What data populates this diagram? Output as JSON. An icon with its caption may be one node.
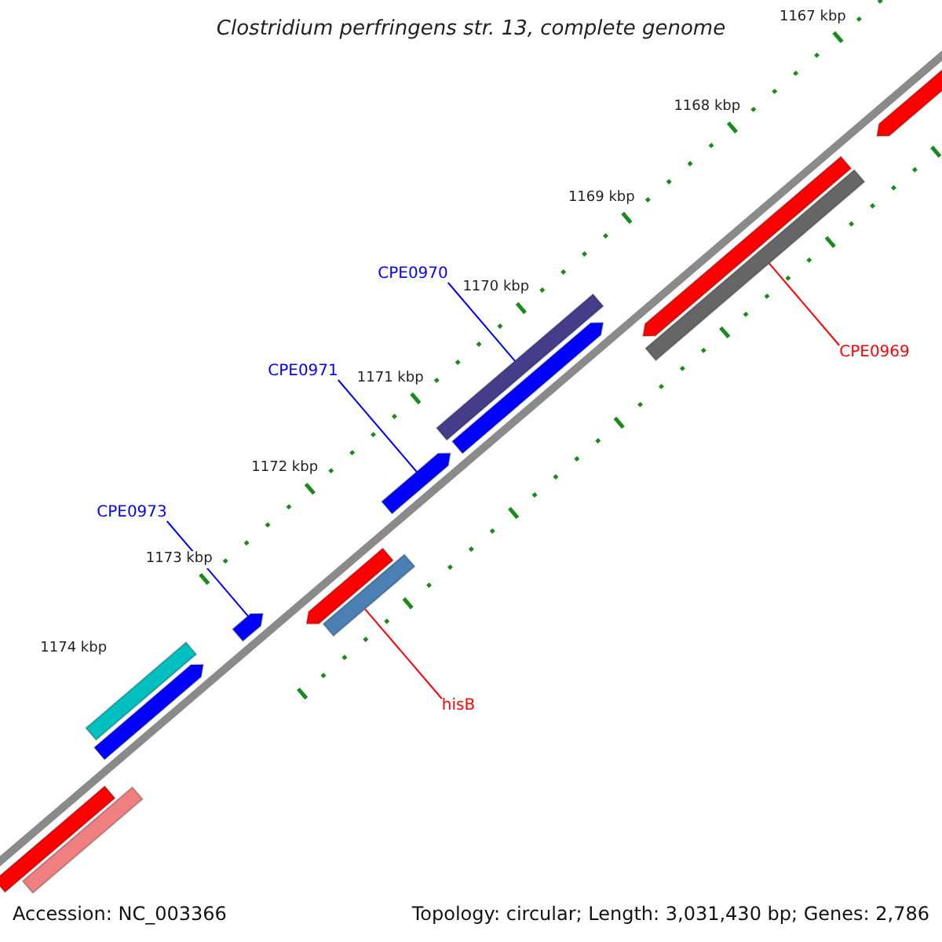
{
  "diagram": {
    "title": "Clostridium perfringens str. 13, complete genome",
    "nodes": [
      {
        "text": [
          "CPE0970"
        ]
      },
      {
        "text": [
          "CPE0969"
        ]
      },
      {
        "text": [
          "CPE0971"
        ]
      },
      {
        "text": [
          "CPE0973"
        ]
      },
      {
        "text": [
          "hisB"
        ]
      },
      {
        "text": [],
        "shape": "bar"
      },
      {
        "text": [],
        "shape": "bar"
      },
      {
        "text": [],
        "shape": "arrow"
      },
      {
        "text": [],
        "shape": "arrow"
      },
      {
        "text": [],
        "shape": "bar"
      },
      {
        "text": [],
        "shape": "arrow"
      },
      {
        "text": [],
        "shape": "arrow"
      },
      {
        "text": [],
        "shape": "arrow"
      },
      {
        "text": [],
        "shape": "bar"
      },
      {
        "text": [],
        "shape": "arrow"
      },
      {
        "text": [],
        "shape": "arrow"
      },
      {
        "text": [],
        "shape": "bar"
      },
      {
        "text": [],
        "shape": "bar"
      }
    ],
    "edges": [
      {
        "from": 0,
        "to": 5,
        "arrow": "none",
        "color": "#0000ff"
      },
      {
        "from": 1,
        "to": 6,
        "arrow": "none",
        "color": "#ff0000"
      },
      {
        "from": 2,
        "to": 7,
        "arrow": "none",
        "color": "#0000ff"
      },
      {
        "from": 3,
        "to": 8,
        "arrow": "none",
        "color": "#0000ff"
      },
      {
        "from": 4,
        "to": 9,
        "arrow": "none",
        "color": "#ff0000"
      }
    ],
    "labels": [
      "1167 kbp",
      "1168 kbp",
      "1169 kbp",
      "1170 kbp",
      "1171 kbp",
      "1172 kbp",
      "1173 kbp",
      "1174 kbp",
      "Accession: NC_003366",
      "Topology: circular; Length: 3,031,430 bp; Genes: 2,786"
    ]
  }
}
